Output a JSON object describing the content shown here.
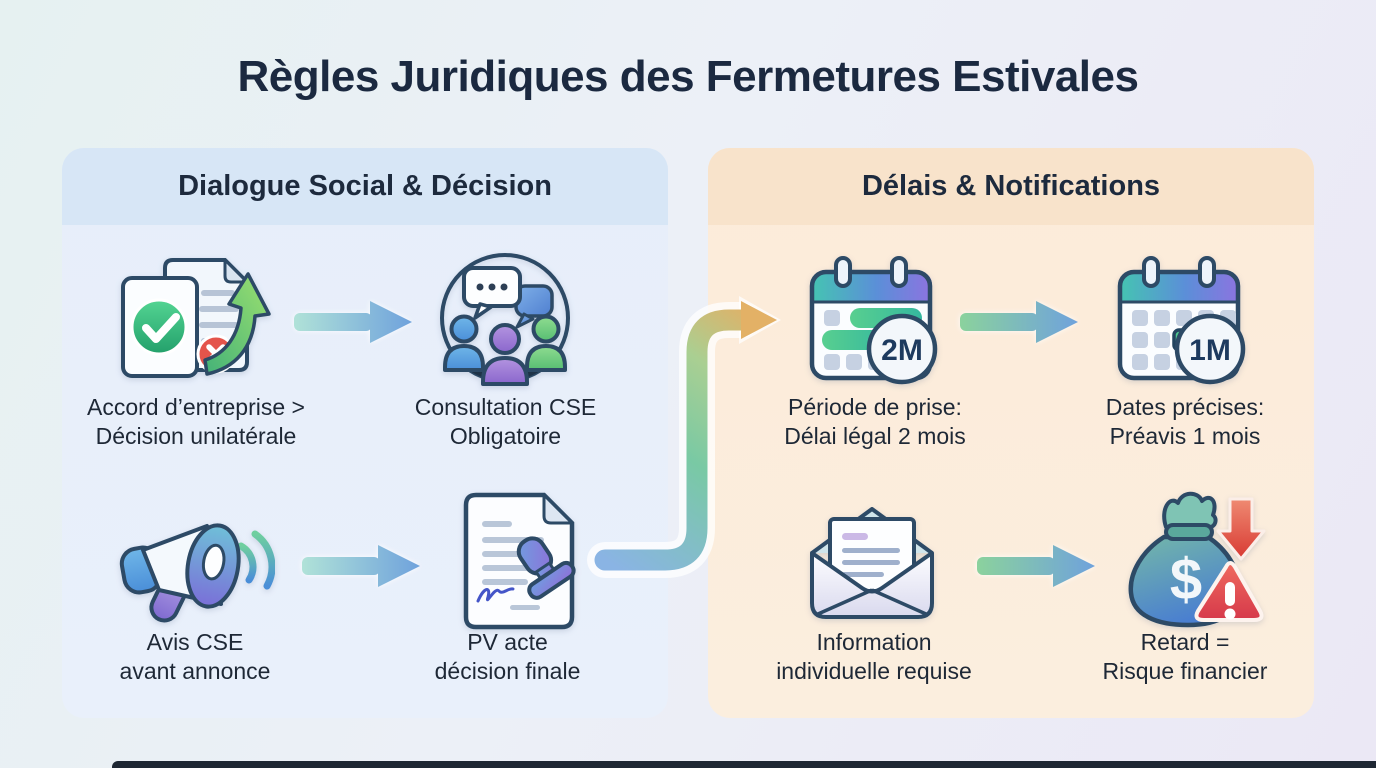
{
  "title": "Règles Juridiques des Fermetures Estivales",
  "left_panel": {
    "header": "Dialogue Social & Décision",
    "items": [
      {
        "icon": "documents-approval-icon",
        "line1": "Accord d’entreprise >",
        "line2": "Décision unilatérale"
      },
      {
        "icon": "group-discussion-icon",
        "line1": "Consultation CSE",
        "line2": "Obligatoire"
      },
      {
        "icon": "megaphone-icon",
        "line1": "Avis CSE",
        "line2": "avant annonce"
      },
      {
        "icon": "stamped-document-icon",
        "line1": "PV acte",
        "line2": "décision finale"
      }
    ]
  },
  "right_panel": {
    "header": "Délais & Notifications",
    "items": [
      {
        "icon": "calendar-2-months-icon",
        "badge": "2M",
        "line1": "Période de prise:",
        "line2": "Délai légal 2 mois"
      },
      {
        "icon": "calendar-1-month-icon",
        "badge": "1M",
        "line1": "Dates précises:",
        "line2": "Préavis 1 mois"
      },
      {
        "icon": "open-envelope-icon",
        "line1": "Information",
        "line2": "individuelle requise"
      },
      {
        "icon": "money-bag-risk-icon",
        "line1": "Retard =",
        "line2": "Risque financier"
      }
    ]
  },
  "colors": {
    "title_color": "#1b2940",
    "left_panel_bg": "#e8eefa",
    "left_header_bg": "#d7e6f6",
    "right_panel_bg": "#fcecdb",
    "right_header_bg": "#f8e3cb",
    "icon_outline": "#2d4a66",
    "accent_green": "#4ec98f",
    "accent_blue": "#6fa2dc",
    "accent_purple": "#8a6fd8",
    "accent_red": "#e0453f",
    "accent_orange": "#e8b36a"
  }
}
